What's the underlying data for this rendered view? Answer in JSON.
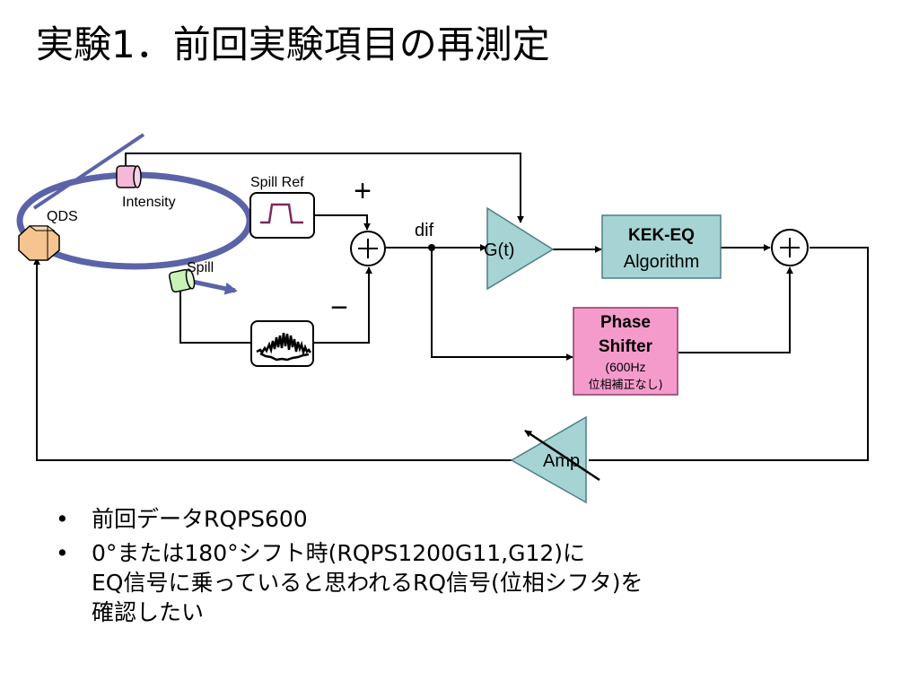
{
  "slide": {
    "title": "実験1．前回実験項目の再測定"
  },
  "diagram": {
    "labels": {
      "intensity": "Intensity",
      "qds": "QDS",
      "spill": "Spill",
      "spill_ref": "Spill Ref",
      "plus": "+",
      "minus": "−",
      "dif": "dif",
      "gain": "G(t)",
      "kek_eq_line1": "KEK-EQ",
      "kek_eq_line2": "Algorithm",
      "phase_shifter_line1": "Phase",
      "phase_shifter_line2": "Shifter",
      "phase_shifter_line3": "(600Hz",
      "phase_shifter_line4": "位相補正なし)",
      "amp": "Amp"
    },
    "colors": {
      "ring": "#5b63a8",
      "gain_fill": "#a6d4d4",
      "kek_fill": "#a6d4d4",
      "phase_fill": "#f59bcc",
      "qds_fill": "#f6c48f",
      "spill_monitor_fill": "#c9f2b8",
      "intensity_monitor_fill": "#f5b8d8"
    }
  },
  "bullets": [
    {
      "lines": [
        "前回データRQPS600"
      ]
    },
    {
      "lines": [
        "0°または180°シフト時(RQPS1200G11,G12)に",
        "EQ信号に乗っていると思われるRQ信号(位相シフタ)を",
        "確認したい"
      ]
    }
  ],
  "bullet_symbol": "•"
}
